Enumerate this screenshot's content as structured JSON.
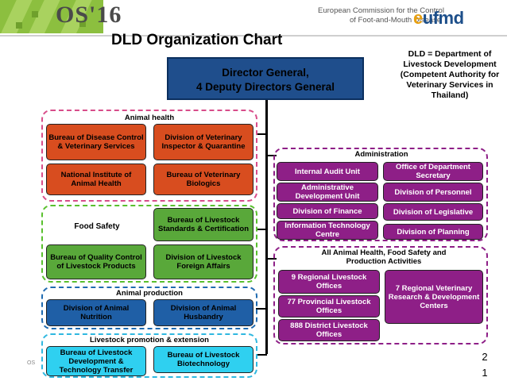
{
  "header": {
    "conference": "OS'16",
    "org_line1": "European Commission for the Control",
    "org_line2": "of Foot-and-Mouth Disease",
    "logo_text": "eufmd",
    "accent": "#8cbf3f"
  },
  "title": "DLD Organization Chart",
  "director": {
    "line1": "Director General,",
    "line2": "4 Deputy Directors General"
  },
  "note": "DLD = Department of Livestock Development (Competent Authority for Veterinary Services in Thailand)",
  "groups": {
    "animal_health": {
      "title": "Animal health",
      "color": "#d84d8a",
      "units": [
        "Bureau of Disease Control & Veterinary Services",
        "Division of Veterinary Inspector & Quarantine",
        "National Institute of Animal Health",
        "Bureau of Veterinary Biologics"
      ]
    },
    "food_safety": {
      "title": "Food  Safety",
      "color": "#59c02e",
      "units": [
        "Bureau of Livestock Standards & Certification",
        "Bureau of Quality Control of Livestock Products",
        "Division of Livestock Foreign Affairs"
      ]
    },
    "animal_production": {
      "title": "Animal production",
      "color": "#1f6ab0",
      "units": [
        "Division of Animal Nutrition",
        "Division of Animal Husbandry"
      ]
    },
    "livestock_promotion": {
      "title": "Livestock promotion & extension",
      "color": "#2fb8e0",
      "units": [
        "Bureau of Livestock Development & Technology Transfer",
        "Bureau of Livestock Biotechnology"
      ]
    },
    "administration": {
      "title": "Administration",
      "color": "#8e1f87",
      "units": [
        "Internal Audit Unit",
        "Office of Department Secretary",
        "Administrative Development Unit",
        "Division of Personnel",
        "Division of Finance",
        "Division of Legislative",
        "Information Technology Centre",
        "Division of Planning"
      ]
    },
    "all_activities": {
      "title": "All Animal Health, Food Safety and Production Activities",
      "color": "#8e1f87",
      "units": [
        "9 Regional Livestock Offices",
        "77 Provincial Livestock Offices",
        "888 District Livestock Offices",
        "7 Regional Veterinary Research & Development Centers"
      ]
    }
  },
  "page_number": "2\n1",
  "footer_mark": "OS"
}
